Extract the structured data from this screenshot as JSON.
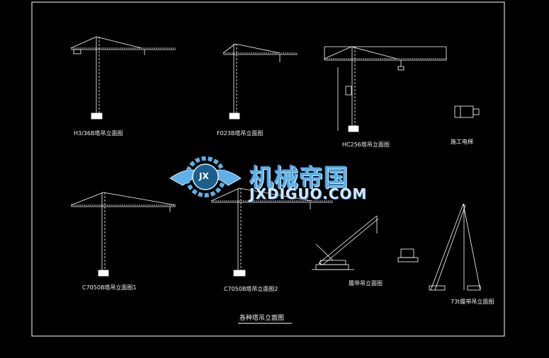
{
  "drawing": {
    "crane_labels": {
      "h3_36b": "H3/36B塔吊立面图",
      "f023b": "F023B塔吊立面图",
      "hc256": "HC256塔吊立面图",
      "elevator": "施工电梯",
      "c7050b_1": "C7050B塔吊立面图1",
      "c7050b_2": "C7050B塔吊立面图2",
      "crawler": "履带吊立面图",
      "crawler_73": "73t履带吊立面图"
    },
    "title": "各种塔吊立面图"
  },
  "watermark": {
    "chinese": "机械帝国",
    "english": "JXDIGUO.COM",
    "emblem": "JX"
  },
  "colors": {
    "background": "#000000",
    "lines": "#ffffff",
    "watermark_blue": "#5fb0e6"
  }
}
